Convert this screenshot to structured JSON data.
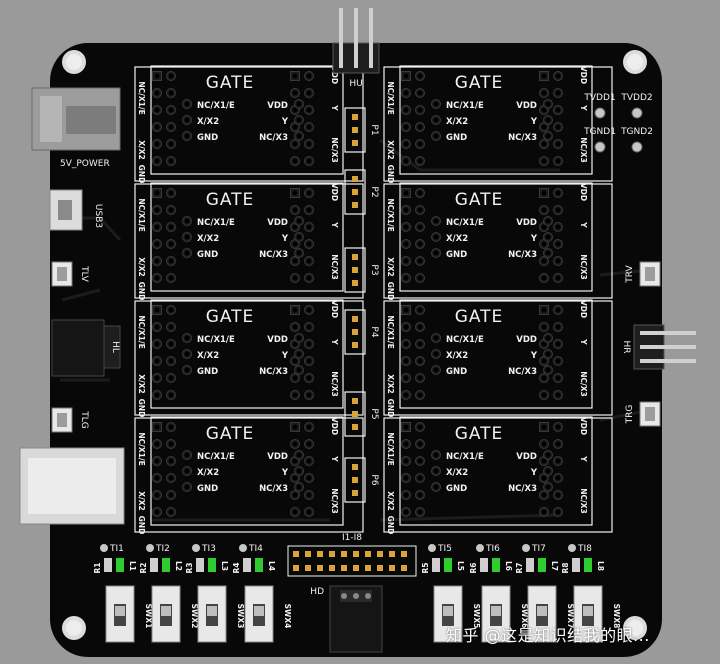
{
  "colors": {
    "background": "#9a9a9a",
    "board": "#080808",
    "silkscreen": "#f2f2f2",
    "pad_silver": "#c8c8c8",
    "led_green": "#2ecc2e"
  },
  "board": {
    "top_header_label": "HU",
    "right_header_label": "HR",
    "bottom_header_label": "HD",
    "middle_header_label": "I1-I8",
    "power_label": "5V_POWER",
    "usb_label": "USB3",
    "left_label_hl": "HL",
    "left_buttons": [
      "TLV",
      "TLG"
    ],
    "right_buttons": [
      "TRV",
      "TRG"
    ],
    "test_points": [
      "TVDD1",
      "TVDD2",
      "TGND1",
      "TGND2"
    ],
    "jumpers": [
      "P1",
      "P2",
      "P3",
      "P4",
      "P5",
      "P6"
    ]
  },
  "gate_module": {
    "title": "GATE",
    "left_pins": [
      "NC/X1/E",
      "X/X2",
      "GND"
    ],
    "right_pins": [
      "VDD",
      "Y",
      "NC/X3"
    ],
    "left_side_labels": [
      "NC/X1/E",
      "X/X2",
      "GND"
    ],
    "right_side_labels": [
      "VDD",
      "Y",
      "NC/X3"
    ]
  },
  "indicators": [
    {
      "label": "TI1",
      "r": "R1",
      "l": "L1",
      "sw": "SWX1"
    },
    {
      "label": "TI2",
      "r": "R2",
      "l": "L2",
      "sw": "SWX2"
    },
    {
      "label": "TI3",
      "r": "R3",
      "l": "L3",
      "sw": "SWX3"
    },
    {
      "label": "TI4",
      "r": "R4",
      "l": "L4",
      "sw": "SWX4"
    },
    {
      "label": "TI5",
      "r": "R5",
      "l": "L5",
      "sw": "SWX5"
    },
    {
      "label": "TI6",
      "r": "R6",
      "l": "L6",
      "sw": "SWX6"
    },
    {
      "label": "TI7",
      "r": "R7",
      "l": "L7",
      "sw": "SWX7"
    },
    {
      "label": "TI8",
      "r": "R8",
      "l": "L8",
      "sw": "SWX8"
    }
  ],
  "watermark": "知乎 @这是知识结我的眼..."
}
